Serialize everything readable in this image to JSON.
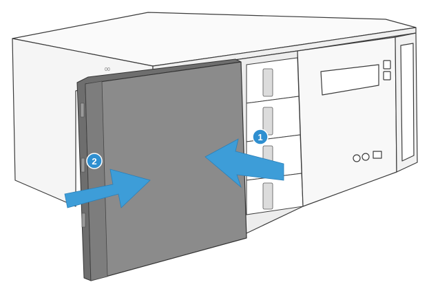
{
  "diagram": {
    "chassis_label": "00",
    "steps": [
      {
        "number": "1"
      },
      {
        "number": "2"
      }
    ]
  },
  "colors": {
    "outline": "#3a3a3a",
    "chassis_fill": "#f7f7f7",
    "bay_frame": "#e8e8e8",
    "cover_face": "#8b8b8b",
    "cover_edge": "#6e6e6e",
    "arrow": "#3d9dd8",
    "badge": "#2f8fd0"
  }
}
